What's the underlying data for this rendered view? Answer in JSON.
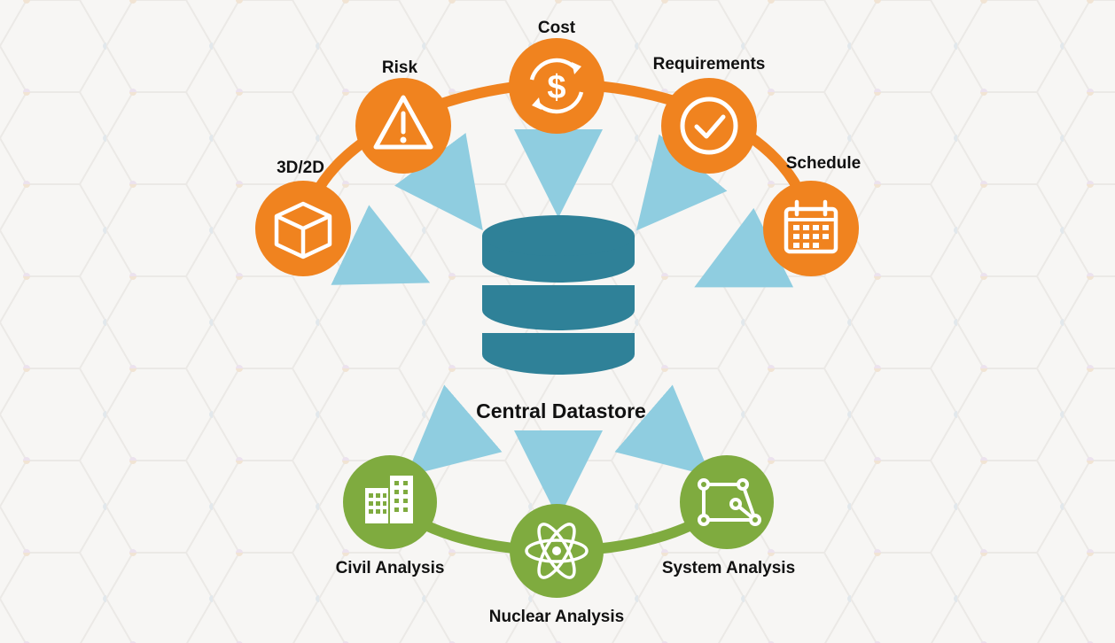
{
  "colors": {
    "background": "#f7f6f4",
    "input_node": "#f0831f",
    "output_node": "#7fab3f",
    "datastore": "#2f8198",
    "arrow": "#8fcde0",
    "label": "#111111"
  },
  "diagram": {
    "inputs": [
      {
        "label": "3D/2D",
        "icon": "cube-icon"
      },
      {
        "label": "Risk",
        "icon": "warning-icon"
      },
      {
        "label": "Cost",
        "icon": "dollar-cycle-icon"
      },
      {
        "label": "Requirements",
        "icon": "checkmark-circle-icon"
      },
      {
        "label": "Schedule",
        "icon": "calendar-icon"
      }
    ],
    "center": {
      "label": "Central Datastore",
      "icon": "database-icon"
    },
    "outputs": [
      {
        "label": "Civil Analysis",
        "icon": "building-icon"
      },
      {
        "label": "Nuclear Analysis",
        "icon": "atom-icon"
      },
      {
        "label": "System Analysis",
        "icon": "network-icon"
      }
    ]
  }
}
